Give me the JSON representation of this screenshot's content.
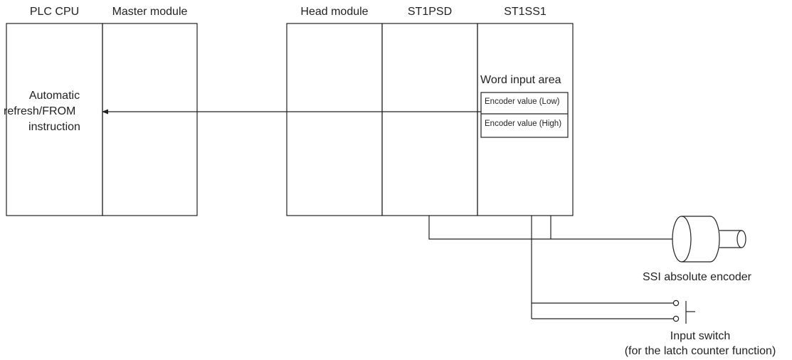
{
  "modules": {
    "plc_cpu": "PLC CPU",
    "master": "Master module",
    "head": "Head module",
    "st1psd": "ST1PSD",
    "st1ss1": "ST1SS1"
  },
  "plc_text": {
    "line1": "Automatic",
    "line2": "refresh/FROM",
    "line3": "instruction"
  },
  "word_input": {
    "title": "Word input area",
    "rows": [
      "Encoder value (Low)",
      "Encoder value (High)"
    ]
  },
  "encoder_label": "SSI absolute encoder",
  "switch_label": {
    "line1": "Input switch",
    "line2": "(for the latch counter function)"
  }
}
